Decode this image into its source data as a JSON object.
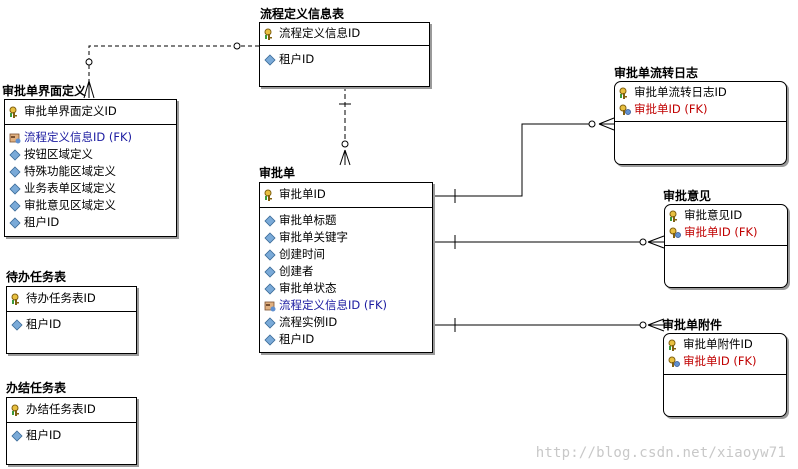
{
  "entities": {
    "process_def": {
      "title": "流程定义信息表",
      "pk": "流程定义信息ID",
      "attrs": [
        "租户ID"
      ]
    },
    "ui_def": {
      "title": "审批单界面定义",
      "pk": "审批单界面定义ID",
      "fk": "流程定义信息ID (FK)",
      "attrs": [
        "按钮区域定义",
        "特殊功能区域定义",
        "业务表单区域定义",
        "审批意见区域定义",
        "租户ID"
      ]
    },
    "approval": {
      "title": "审批单",
      "pk": "审批单ID",
      "attrs": [
        "审批单标题",
        "审批单关键字",
        "创建时间",
        "创建者",
        "审批单状态"
      ],
      "fk": "流程定义信息ID (FK)",
      "attrs2": [
        "流程实例ID",
        "租户ID"
      ]
    },
    "flow_log": {
      "title": "审批单流转日志",
      "pk": "审批单流转日志ID",
      "fk": "审批单ID (FK)"
    },
    "opinion": {
      "title": "审批意见",
      "pk": "审批意见ID",
      "fk": "审批单ID (FK)"
    },
    "attachment": {
      "title": "审批单附件",
      "pk": "审批单附件ID",
      "fk": "审批单ID (FK)"
    },
    "todo": {
      "title": "待办任务表",
      "pk": "待办任务表ID",
      "attrs": [
        "租户ID"
      ]
    },
    "done": {
      "title": "办结任务表",
      "pk": "办结任务表ID",
      "attrs": [
        "租户ID"
      ]
    }
  },
  "watermark": "http://blog.csdn.net/xiaoyw71",
  "colors": {
    "fk_red": "#c00000",
    "fk_blue": "#1a1aa0",
    "shadow": "#9a9a9a",
    "watermark": "#c8c8c8"
  }
}
